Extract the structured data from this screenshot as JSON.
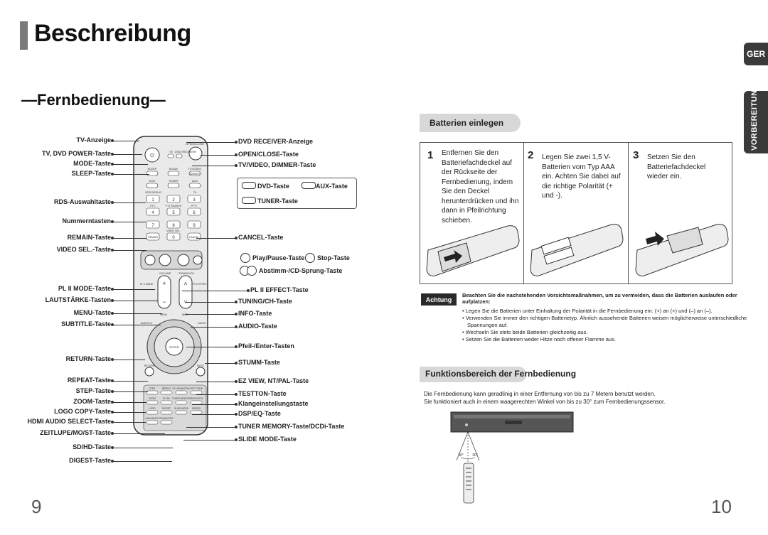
{
  "header": {
    "title": "Beschreibung",
    "lang_tab": "GER",
    "section_tab": "VORBEREITUNGEN"
  },
  "remote_section": {
    "title": "—Fernbedienung—",
    "left_labels": [
      "TV-Anzeige",
      "TV, DVD POWER-Taste",
      "MODE-Taste",
      "SLEEP-Taste",
      "RDS-Auswahltaste",
      "Nummerntasten",
      "REMAIN-Taste",
      "VIDEO SEL.-Taste",
      "PL II MODE-Taste",
      "LAUTSTÄRKE-Tasten",
      "MENU-Taste",
      "SUBTITLE-Taste",
      "RETURN-Taste",
      "REPEAT-Taste",
      "STEP-Taste",
      "ZOOM-Taste",
      "LOGO COPY-Taste",
      "HDMI AUDIO SELECT-Taste",
      "ZEITLUPE/MO/ST-Taste",
      "SD/HD-Taste",
      "DIGEST-Taste"
    ],
    "right_labels": [
      "DVD RECEIVER-Anzeige",
      "OPEN/CLOSE-Taste",
      "TV/VIDEO, DIMMER-Taste",
      "DVD-Taste",
      "AUX-Taste",
      "TUNER-Taste",
      "CANCEL-Taste",
      "Play/Pause-Taste",
      "Stop-Taste",
      "Abstimm-/CD-Sprung-Taste",
      "PL II EFFECT-Taste",
      "TUNING/CH-Taste",
      "INFO-Taste",
      "AUDIO-Taste",
      "Pfeil-/Enter-Tasten",
      "STUMM-Taste",
      "EZ VIEW, NT/PAL-Taste",
      "TESTTON-Taste",
      "Klangeinstellungstaste",
      "DSP/EQ-Taste",
      "TUNER MEMORY-Taste/DCDi-Taste",
      "SLIDE MODE-Taste"
    ],
    "remote_keys": {
      "open_close": "OPEN/CLOSE",
      "tv": "TV",
      "dvd_receiver": "DVD RECEIVER",
      "sleep": "SLEEP",
      "mode": "MODE",
      "tv_video": "TV/VIDEO",
      "dimmer": "DIMMER",
      "dvd": "DVD",
      "tuner": "TUNER",
      "aux": "AUX",
      "rds_display": "RDS DISPLAY",
      "ta": "TA",
      "numbers": [
        "1",
        "2",
        "3",
        "4",
        "5",
        "6",
        "7",
        "8",
        "9",
        "0"
      ],
      "pty_minus": "PTY-",
      "pty_search": "PTY SEARCH",
      "pty_plus": "PTY+",
      "remain": "REMAIN",
      "video_sel": "VIDEO SEL.",
      "cancel": "CANCEL",
      "volume": "VOLUME",
      "tuning_ch": "TUNING/CH",
      "pl2_mode": "PL II MODE",
      "pl2_effect": "PL II EFFECT",
      "menu": "MENU",
      "info": "INFO",
      "subtitle": "SUBTITLE",
      "audio": "AUDIO",
      "enter": "ENTER",
      "return": "RETURN",
      "mute": "MUTE",
      "bottom_row1": [
        "STEP",
        "REPEAT",
        "EZ VIEW/NT/PAL",
        "TEST TONE"
      ],
      "bottom_row2": [
        "ZOOM",
        "SLOW",
        "TUNER MEMORY",
        "SD/HD/DCDi"
      ],
      "bottom_row3": [
        "LOGO",
        "DIGEST",
        "SLIDE MODE",
        "DSP/EQ"
      ],
      "bottom_row4": [
        "HDMI AUDIO",
        "SOUND EDIT"
      ]
    }
  },
  "batteries": {
    "heading": "Batterien einlegen",
    "steps": [
      {
        "num": "1",
        "text": "Entfernen Sie den Batteriefachdeckel auf der Rückseite der Fernbedienung, indem Sie den Deckel herunterdrücken und ihn dann in Pfeilrichtung schieben."
      },
      {
        "num": "2",
        "text": "Legen Sie zwei 1,5 V-Batterien vom Typ AAA ein. Achten Sie dabei auf die richtige Polarität (+ und -)."
      },
      {
        "num": "3",
        "text": "Setzen Sie den Batteriefachdeckel wieder ein."
      }
    ]
  },
  "warning": {
    "badge": "Achtung",
    "heading": "Beachten Sie die nachstehenden Vorsichtsmaßnahmen, um zu vermeiden, dass die Batterien auslaufen oder aufplatzen:",
    "items": [
      "Legen Sie die Batterien unter Einhaltung der Polarität in die Fernbedienung ein: (+) an (+) und (–) an (–).",
      "Verwenden Sie immer den richtigen Batterietyp. Ähnlich aussehende Batterien weisen möglicherweise unterschiedliche Spannungen auf.",
      "Wechseln Sie stets beide Batterien gleichzeitig aus.",
      "Setzen Sie die Batterien weder Hitze noch offener Flamme aus."
    ]
  },
  "range": {
    "heading": "Funktionsbereich der Fernbedienung",
    "text1": "Die Fernbedienung kann geradlinig in einer Entfernung von bis zu 7 Metern benutzt werden.",
    "text2": "Sie funktioniert auch in einem waagerechten Winkel von bis zu 30° zum Fernbedienungssensor.",
    "angle_left": "30°",
    "angle_right": "30°"
  },
  "page_numbers": {
    "left": "9",
    "right": "10"
  }
}
